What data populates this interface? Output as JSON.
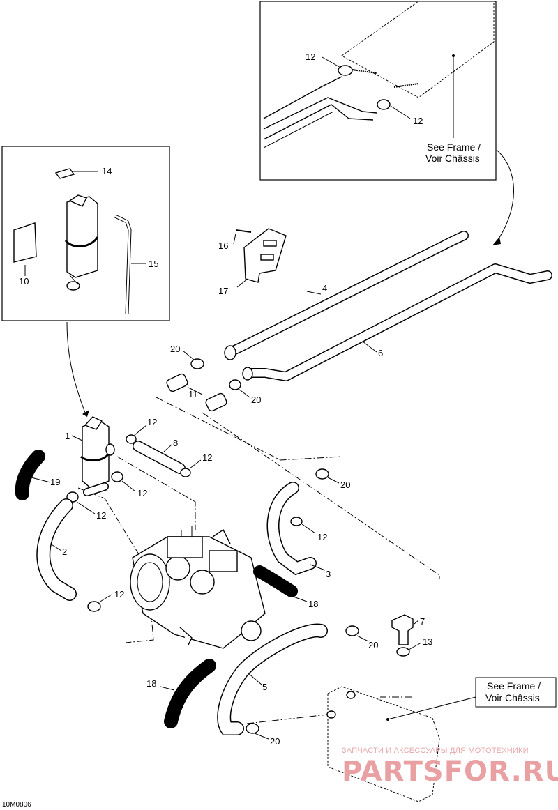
{
  "callouts": {
    "c1": "1",
    "c2": "2",
    "c3": "3",
    "c4": "4",
    "c5": "5",
    "c6": "6",
    "c7": "7",
    "c8": "8",
    "c10": "10",
    "c11": "11",
    "c12": "12",
    "c13": "13",
    "c14": "14",
    "c15": "15",
    "c16": "16",
    "c17": "17",
    "c18": "18",
    "c19": "19",
    "c20": "20"
  },
  "see_frame": {
    "line1": "See Frame /",
    "line2": "Voir Châssis"
  },
  "watermark": {
    "line1": "ЗАПЧАСТИ И АКСЕССУАРЫ ДЛЯ МОТОТЕХНИКИ",
    "line2": "PARTSFOR.RU"
  },
  "diagram_code": "10M0806"
}
